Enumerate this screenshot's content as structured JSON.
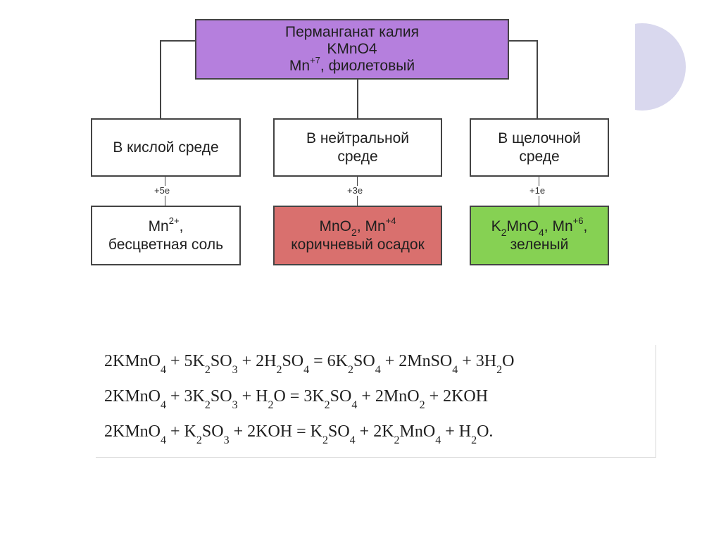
{
  "top": {
    "line1": "Перманганат калия",
    "line2": "KMnO4",
    "line3_pre": "Mn",
    "line3_sup": "+7",
    "line3_post": ", фиолетовый"
  },
  "media": [
    {
      "line1": "В кислой среде",
      "line2": ""
    },
    {
      "line1": "В нейтральной",
      "line2": "среде"
    },
    {
      "line1": "В щелочной",
      "line2": "среде"
    }
  ],
  "electrons": [
    "+5e",
    "+3e",
    "+1e"
  ],
  "products": {
    "acid": {
      "a": "Mn",
      "a_sup": "2+",
      "a_post": ",",
      "line2": "бесцветная соль"
    },
    "neutral": {
      "a": "MnO",
      "a_sub": "2",
      "b": ", Mn",
      "b_sup": "+4",
      "line2": "коричневый осадок"
    },
    "alkaline": {
      "a": "K",
      "a_sub": "2",
      "b": "MnO",
      "b_sub": "4",
      "c": ", Mn",
      "c_sup": "+6",
      "c_post": ",",
      "line2": "зеленый"
    }
  },
  "colors": {
    "top": "#b57fdd",
    "neutral": "#d9706e",
    "alkaline": "#86d153",
    "decor": "#d9d8ee"
  },
  "equations": [
    [
      [
        "2KMnO",
        "4"
      ],
      [
        " + 5K",
        "2"
      ],
      [
        "SO",
        "3"
      ],
      [
        " + 2H",
        "2"
      ],
      [
        "SO",
        "4"
      ],
      [
        " = 6K",
        "2"
      ],
      [
        "SO",
        "4"
      ],
      [
        " + 2MnSO",
        "4"
      ],
      [
        " + 3H",
        "2"
      ],
      [
        "O",
        ""
      ]
    ],
    [
      [
        "2KMnO",
        "4"
      ],
      [
        " + 3K",
        "2"
      ],
      [
        "SO",
        "3"
      ],
      [
        " + H",
        "2"
      ],
      [
        "O = 3K",
        "2"
      ],
      [
        "SO",
        "4"
      ],
      [
        " + 2MnO",
        "2"
      ],
      [
        " + 2KOH",
        ""
      ]
    ],
    [
      [
        "2KMnO",
        "4"
      ],
      [
        " + K",
        "2"
      ],
      [
        "SO",
        "3"
      ],
      [
        " + 2KOH = K",
        "2"
      ],
      [
        "SO",
        "4"
      ],
      [
        " + 2K",
        "2"
      ],
      [
        "MnO",
        "4"
      ],
      [
        " + H",
        "2"
      ],
      [
        "O.",
        ""
      ]
    ]
  ]
}
